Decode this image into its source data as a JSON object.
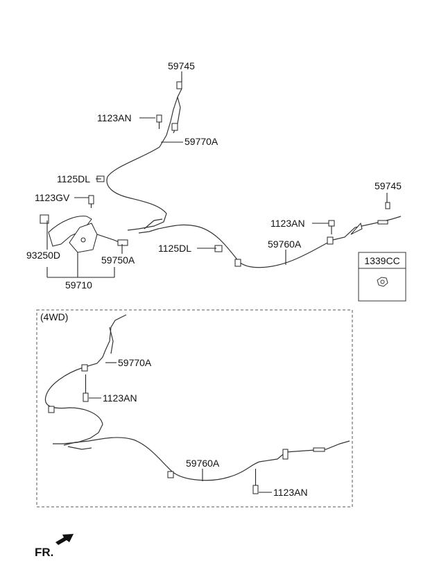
{
  "labels": {
    "l1": "59745",
    "l2": "1123AN",
    "l3": "59770A",
    "l4": "1125DL",
    "l5": "1123GV",
    "l6": "93250D",
    "l7": "59750A",
    "l8": "59710",
    "l9": "1125DL",
    "l10": "59760A",
    "l11": "1123AN",
    "l12": "59745",
    "w1": "59770A",
    "w2": "1123AN",
    "w3": "59760A",
    "w4": "1123AN"
  },
  "legend_box": {
    "part_no": "1339CC"
  },
  "section_4wd": {
    "title": "(4WD)"
  },
  "direction_marker": {
    "text": "FR."
  }
}
